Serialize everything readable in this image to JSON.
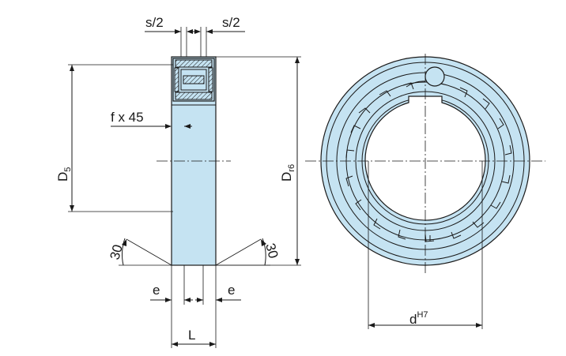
{
  "colors": {
    "part_fill": "#c5e3f2",
    "line": "#1a1a1a",
    "background": "#ffffff"
  },
  "labels": {
    "s_half_left": "s/2",
    "s_half_right": "s/2",
    "chamfer": "f x 45",
    "d5": "D",
    "d5_sub": "5",
    "dr6": "D",
    "dr6_sub": "r6",
    "angle_left": "30",
    "angle_right": "30",
    "e_left": "e",
    "e_right": "e",
    "length": "L",
    "bore": "d",
    "bore_sup": "H7"
  }
}
